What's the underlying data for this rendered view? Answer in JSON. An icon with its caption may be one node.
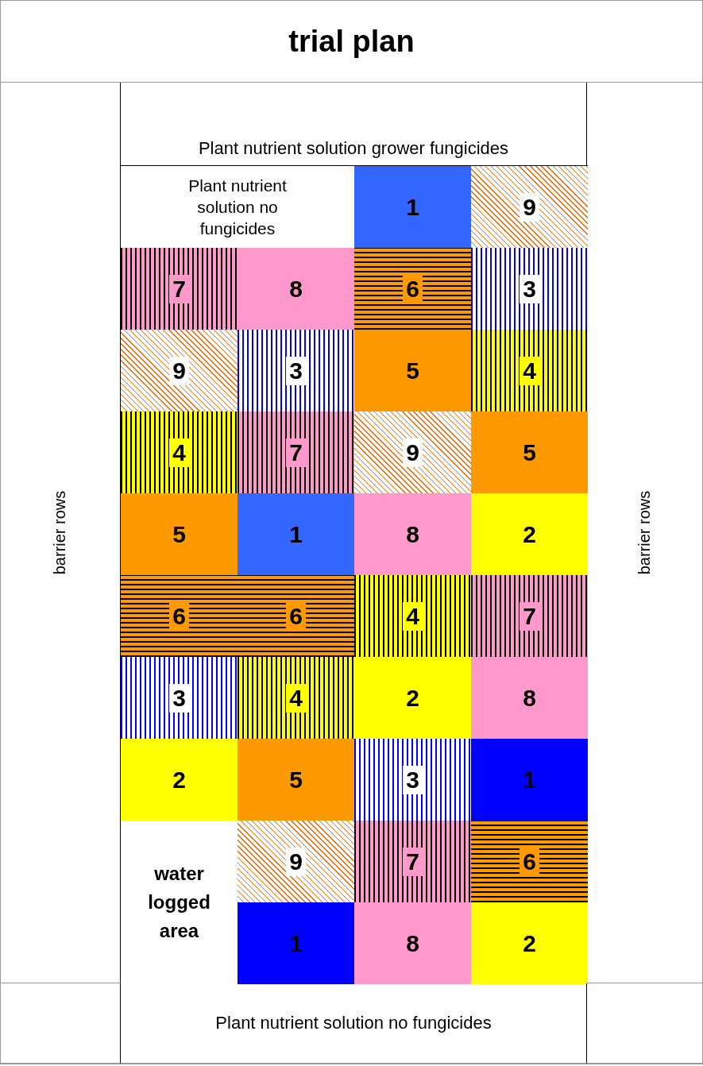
{
  "diagram": {
    "title": "trial plan",
    "nodes": [
      {
        "text": [
          "Plant nutrient solution no fungicides"
        ]
      },
      {
        "text": [
          "1"
        ]
      },
      {
        "text": [
          "9"
        ]
      },
      {
        "text": [
          "7"
        ]
      },
      {
        "text": [
          "8"
        ]
      },
      {
        "text": [
          "6"
        ]
      },
      {
        "text": [
          "3"
        ]
      },
      {
        "text": [
          "9"
        ]
      },
      {
        "text": [
          "3"
        ]
      },
      {
        "text": [
          "5"
        ]
      },
      {
        "text": [
          "4"
        ]
      },
      {
        "text": [
          "4"
        ]
      },
      {
        "text": [
          "7"
        ]
      },
      {
        "text": [
          "9"
        ]
      },
      {
        "text": [
          "5"
        ]
      },
      {
        "text": [
          "5"
        ]
      },
      {
        "text": [
          "1"
        ]
      },
      {
        "text": [
          "8"
        ]
      },
      {
        "text": [
          "2"
        ]
      },
      {
        "text": [
          "6"
        ]
      },
      {
        "text": [
          "6"
        ]
      },
      {
        "text": [
          "4"
        ]
      },
      {
        "text": [
          "7"
        ]
      },
      {
        "text": [
          "3"
        ]
      },
      {
        "text": [
          "4"
        ]
      },
      {
        "text": [
          "2"
        ]
      },
      {
        "text": [
          "8"
        ]
      },
      {
        "text": [
          "2"
        ]
      },
      {
        "text": [
          "5"
        ]
      },
      {
        "text": [
          "3"
        ]
      },
      {
        "text": [
          "1"
        ]
      },
      {
        "text": [
          "water logged area"
        ]
      },
      {
        "text": [
          "9"
        ]
      },
      {
        "text": [
          "7"
        ]
      },
      {
        "text": [
          "6"
        ]
      },
      {
        "text": [
          "1"
        ]
      },
      {
        "text": [
          "8"
        ]
      },
      {
        "text": [
          "2"
        ]
      }
    ],
    "labels": [
      "Plant nutrient solution grower fungicides",
      "barrier rows",
      "barrier rows",
      "Plant nutrient solution no fungicides"
    ]
  }
}
